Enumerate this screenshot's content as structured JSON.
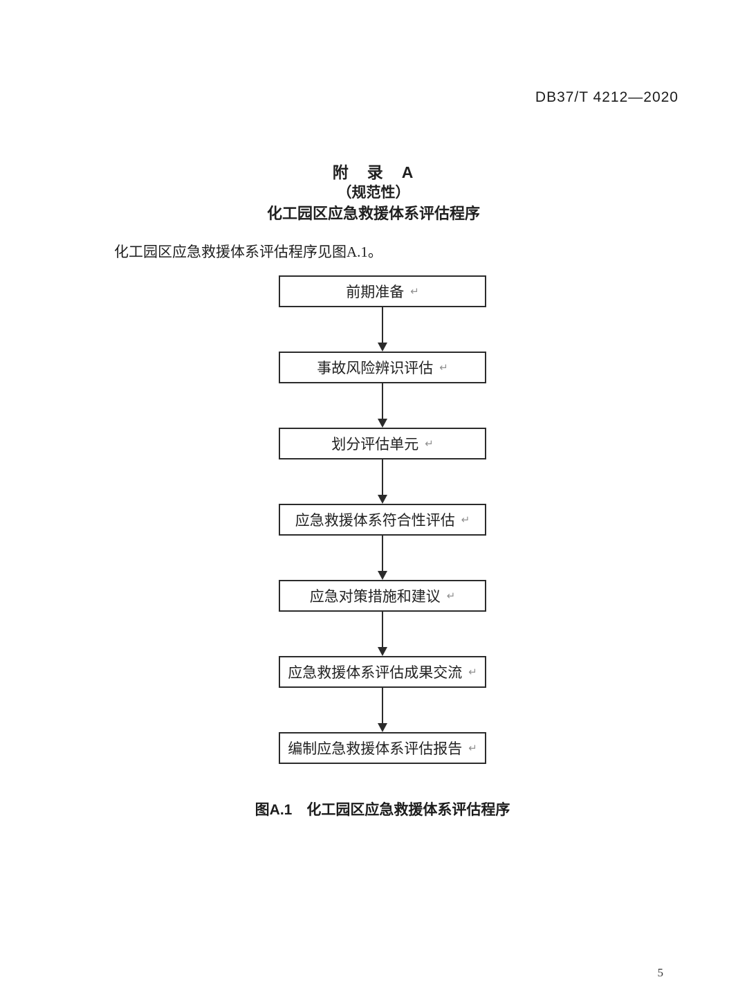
{
  "page": {
    "doc_code": "DB37/T 4212—2020",
    "page_number": "5"
  },
  "appendix": {
    "title_line1": "附　录　A",
    "title_line2": "（规范性）",
    "title_line3": "化工园区应急救援体系评估程序",
    "intro_text": "化工园区应急救援体系评估程序见图A.1。"
  },
  "flowchart": {
    "return_mark": "↵",
    "steps": [
      {
        "label": "前期准备"
      },
      {
        "label": "事故风险辨识评估"
      },
      {
        "label": "划分评估单元"
      },
      {
        "label": "应急救援体系符合性评估"
      },
      {
        "label": "应急对策措施和建议"
      },
      {
        "label": "应急救援体系评估成果交流"
      },
      {
        "label": "编制应急救援体系评估报告"
      }
    ],
    "caption": "图A.1　化工园区应急救援体系评估程序"
  },
  "colors": {
    "ink": "#1f1f1f",
    "box_border": "#2b2b2b",
    "return_mark": "#8f8f8f"
  }
}
